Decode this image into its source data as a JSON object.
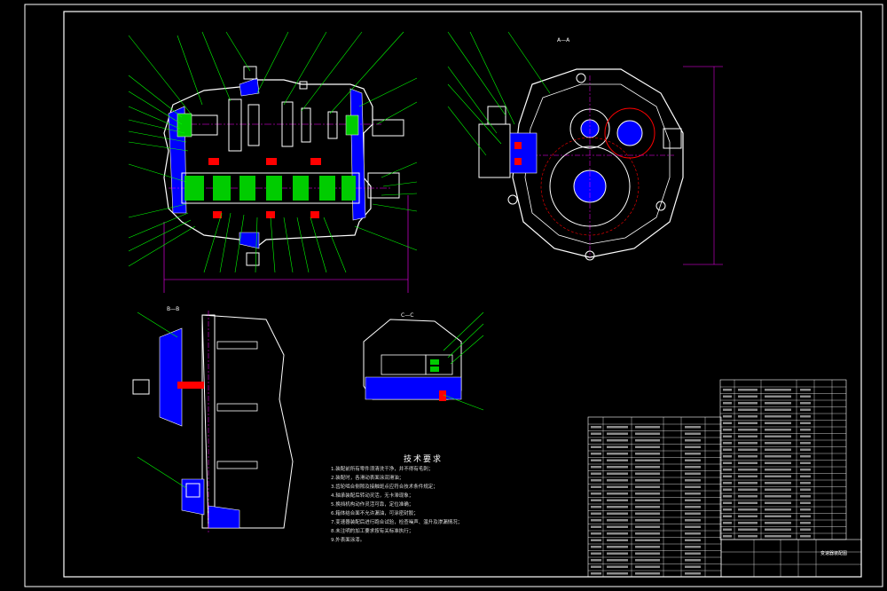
{
  "views": {
    "a_a": "A—A",
    "b_b": "B—B",
    "c_c": "C—C"
  },
  "technical_requirements": {
    "title": "技术要求",
    "items": [
      "1.装配前所有零件须清洗干净，并不得有毛刺；",
      "2.装配时，各滑动表面涂润滑油；",
      "3.齿轮啮合侧隙及接触斑点应符合技术条件规定；",
      "4.轴承装配后转动灵活，无卡滞现象；",
      "5.换挡机构动作灵活可靠，定位准确；",
      "6.箱体结合面不允许漏油，可涂密封胶；",
      "7.变速器装配后进行跑合试验，检查噪声、温升及渗漏情况；",
      "8.未注明的加工要求按有关标准执行；",
      "9.外表面涂漆。"
    ]
  },
  "title_block": {
    "drawing_name": "变速器装配图"
  },
  "colors": {
    "background": "#000000",
    "border": "#ffffff",
    "outline": "#ffffff",
    "leader": "#00ff00",
    "hidden": "#ff0000",
    "section": "#0000ff",
    "center": "#ff00ff",
    "dimension": "#ff00ff"
  }
}
